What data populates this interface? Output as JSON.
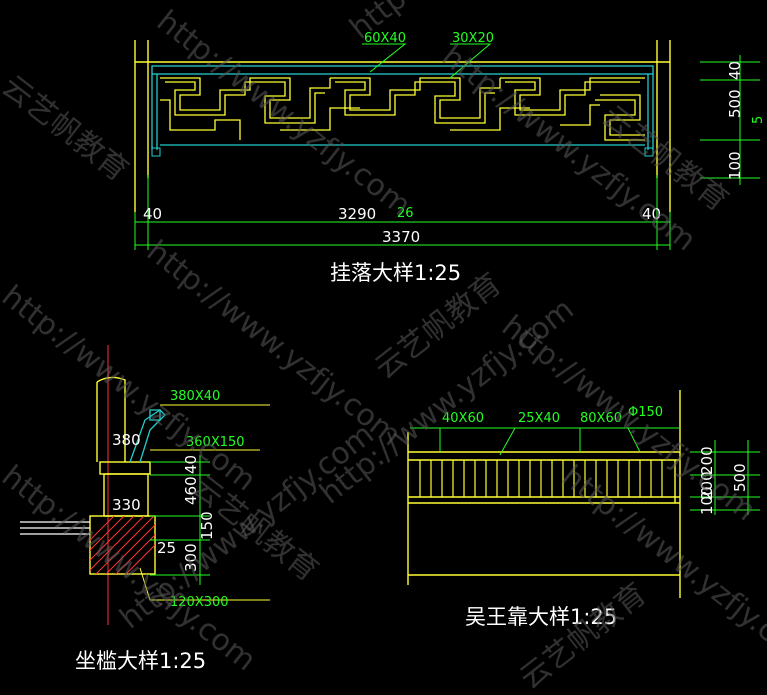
{
  "titles": {
    "hanging_fascia": "挂落大样1:25",
    "seat_rail": "坐槛大样1:25",
    "bench_back": "吴王靠大样1:25"
  },
  "hanging_fascia": {
    "member_labels": [
      "60X40",
      "30X20"
    ],
    "bottom_dims": [
      "40",
      "3290",
      "26",
      "40"
    ],
    "overall_width": "3370",
    "right_dims": [
      "40",
      "500",
      "5",
      "100"
    ]
  },
  "seat_rail": {
    "labels": [
      "380X40",
      "380",
      "360X150",
      "330",
      "25",
      "120X300"
    ],
    "right_dims": [
      "40",
      "460",
      "150",
      "300"
    ]
  },
  "bench_back": {
    "labels": [
      "40X60",
      "25X40",
      "80X60",
      "Φ150"
    ],
    "right_dims": [
      "200",
      "500",
      "200",
      "100"
    ]
  },
  "watermarks": [
    "http://www.yzfjy.com",
    "云艺帆教育"
  ],
  "colors": {
    "background": "#000000",
    "outline": "#ffff33",
    "dimension": "#22ff22",
    "frame": "#22cccc",
    "hatch": "#ff3333"
  }
}
